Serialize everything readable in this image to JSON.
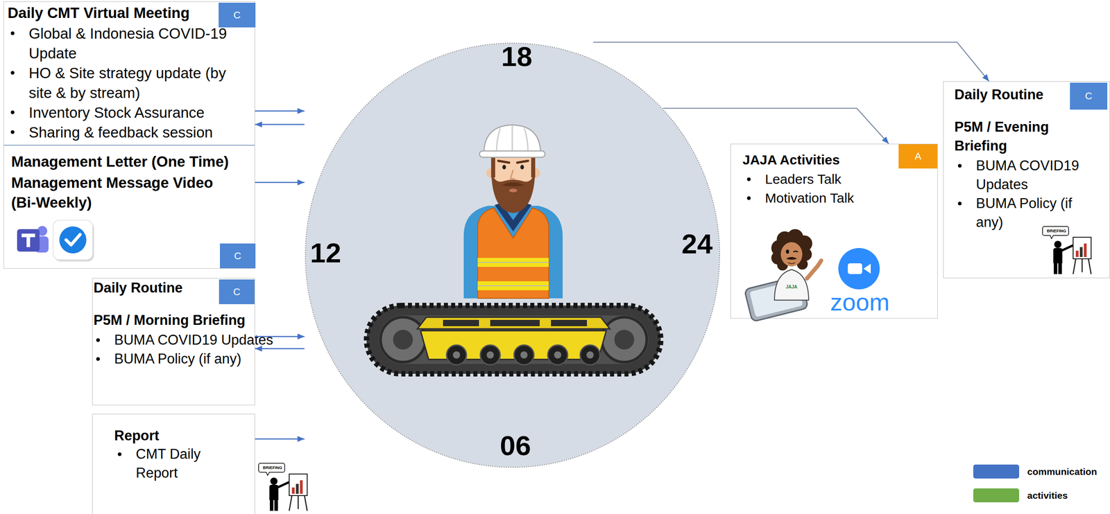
{
  "diagram": {
    "nodes": [
      {
        "text": [
          "Daily CMT Virtual Meeting",
          "Global & Indonesia COVID-19 Update",
          "HO & Site strategy update (by site & by stream)",
          "Inventory Stock Assurance",
          "Sharing & feedback session"
        ]
      },
      {
        "text": [
          "C"
        ],
        "in": 0
      },
      {
        "text": [
          "Management Letter (One Time)",
          "Management Message Video (Bi-Weekly)"
        ]
      },
      {
        "text": [
          "C"
        ],
        "in": 2
      },
      {
        "text": [
          "18",
          "12",
          "24",
          "06"
        ]
      },
      {
        "text": [
          "JAJA Activities",
          "Leaders Talk",
          "Motivation Talk"
        ]
      },
      {
        "text": [
          "A"
        ],
        "in": 5
      },
      {
        "text": [
          "Daily Routine",
          "P5M / Evening Briefing",
          "BUMA COVID19 Updates",
          "BUMA Policy (if any)"
        ]
      },
      {
        "text": [
          "C"
        ],
        "in": 7
      },
      {
        "text": [
          "Daily Routine",
          "P5M / Morning Briefing",
          "BUMA COVID19 Updates",
          "BUMA Policy (if any)"
        ]
      },
      {
        "text": [
          "C"
        ],
        "in": 9
      },
      {
        "text": [
          "Report",
          "CMT Daily Report"
        ]
      }
    ],
    "edges": [
      {
        "from": 0,
        "to": 4,
        "arrow": "to"
      },
      {
        "from": 4,
        "to": 0,
        "arrow": "to"
      },
      {
        "from": 2,
        "to": 4,
        "arrow": "to"
      },
      {
        "from": 4,
        "to": 7,
        "arrow": "to"
      },
      {
        "from": 4,
        "to": 5,
        "arrow": "to"
      },
      {
        "from": 9,
        "to": 4,
        "arrow": "to"
      },
      {
        "from": 4,
        "to": 9,
        "arrow": "to"
      },
      {
        "from": 11,
        "to": 4,
        "arrow": "to"
      }
    ],
    "labels": [
      "BRIEFING",
      "JAJA",
      "zoom",
      "BRIEFING"
    ],
    "legend": [
      {
        "text": "communication",
        "color": "#4472c4"
      },
      {
        "text": "activities",
        "color": "#70ad47"
      }
    ]
  }
}
